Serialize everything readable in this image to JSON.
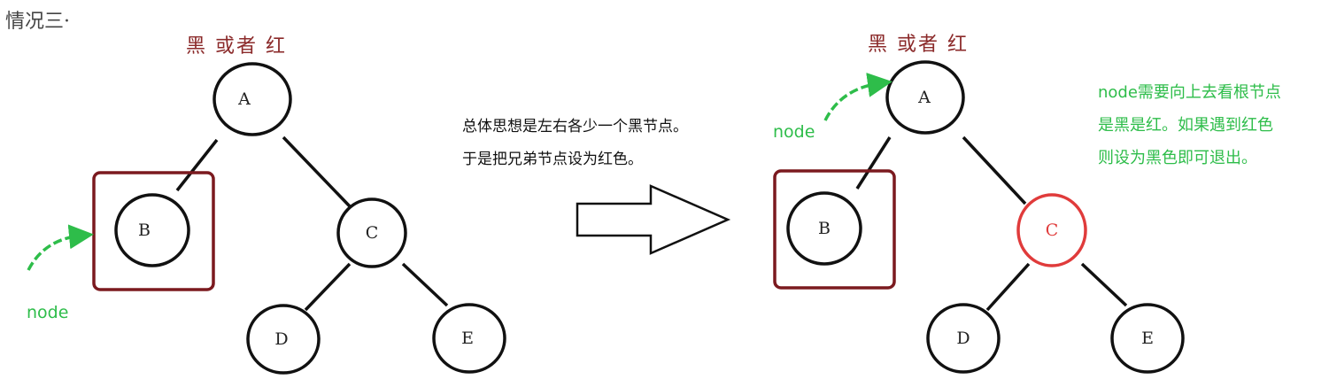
{
  "title": "情况三·",
  "left": {
    "header": "黑 或者 红",
    "node_label": "node",
    "nodes": {
      "A": "A",
      "B": "B",
      "C": "C",
      "D": "D",
      "E": "E"
    }
  },
  "middle": {
    "line1": "总体思想是左右各少一个黑节点。",
    "line2": "于是把兄弟节点设为红色。"
  },
  "right": {
    "header": "黑 或者 红",
    "node_label": "node",
    "nodes": {
      "A": "A",
      "B": "B",
      "C": "C",
      "D": "D",
      "E": "E"
    },
    "note": [
      "node需要向上去看根节点",
      "是黑是红。如果遇到红色",
      "则设为黑色即可退出。"
    ]
  },
  "colors": {
    "black_node": "#111111",
    "red_node": "#e03b3b",
    "box": "#7b1a1f",
    "annotation": "#2ebd4a",
    "header": "#8b2a2a"
  }
}
